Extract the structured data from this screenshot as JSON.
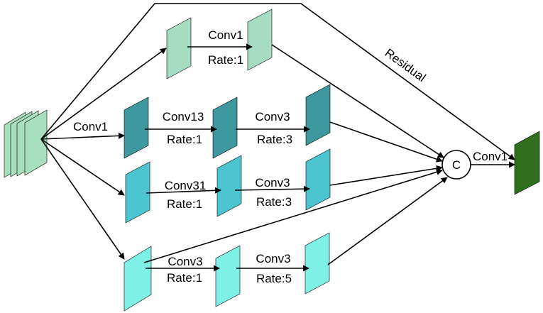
{
  "colors": {
    "input": "#a8e0bd",
    "branch1": "#a6dcc2",
    "branch2": "#3d98a0",
    "branch3": "#4dc5d0",
    "branch4": "#7ff0e6",
    "output": "#2f6e1c",
    "line": "#000000"
  },
  "labels": {
    "entry_conv": "Conv1",
    "residual": "Residual",
    "concat": "C",
    "output_conv": "Conv1"
  },
  "branches": [
    {
      "id": "b1",
      "ops": [
        {
          "conv": "Conv1",
          "rate": "Rate:1"
        }
      ]
    },
    {
      "id": "b2",
      "ops": [
        {
          "conv": "Conv13",
          "rate": "Rate:1"
        },
        {
          "conv": "Conv3",
          "rate": "Rate:3"
        }
      ]
    },
    {
      "id": "b3",
      "ops": [
        {
          "conv": "Conv31",
          "rate": "Rate:1"
        },
        {
          "conv": "Conv3",
          "rate": "Rate:3"
        }
      ]
    },
    {
      "id": "b4",
      "ops": [
        {
          "conv": "Conv3",
          "rate": "Rate:1"
        },
        {
          "conv": "Conv3",
          "rate": "Rate:5"
        }
      ]
    }
  ]
}
